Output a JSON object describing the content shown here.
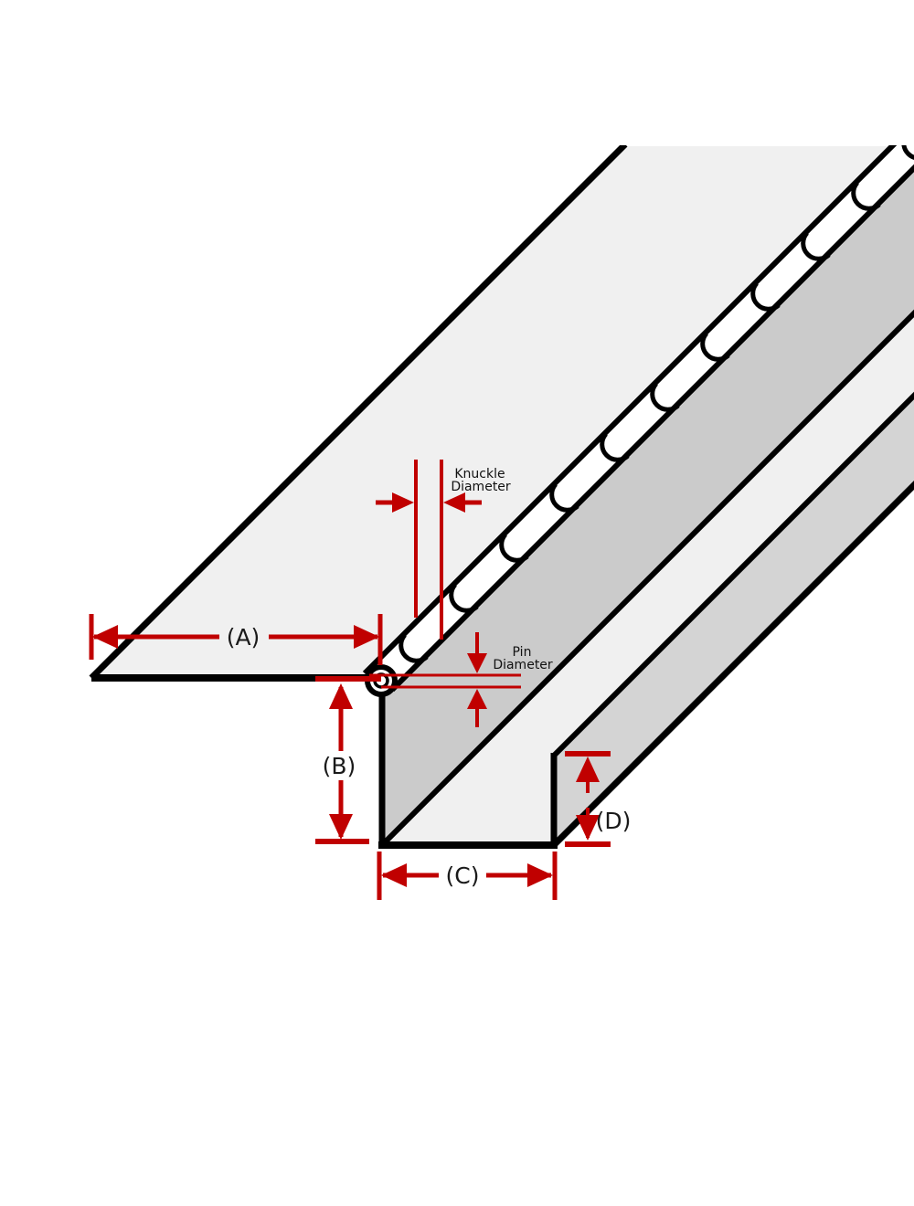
{
  "diagram": {
    "type": "continuous-hinge-cross-section",
    "dimension_labels": {
      "a": "(A)",
      "b": "(B)",
      "c": "(C)",
      "d": "(D)"
    },
    "annotations": {
      "knuckle_diameter": {
        "line1": "Knuckle",
        "line2": "Diameter"
      },
      "pin_diameter": {
        "line1": "Pin",
        "line2": "Diameter"
      }
    },
    "colors": {
      "background": "#ffffff",
      "outline": "#000000",
      "dimension_red": "#c00000",
      "label_text": "#1a1a1a",
      "leaf_surface": "#f0f0f0",
      "wall_surface": "#cbcbcb",
      "channel_bottom_surface": "#f0f0f0",
      "flange_surface": "#d4d4d4",
      "knuckle_fill": "#ffffff"
    }
  }
}
